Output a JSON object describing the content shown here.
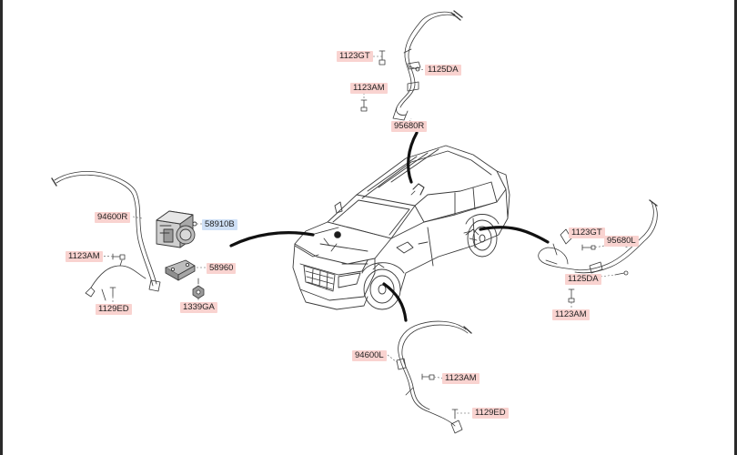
{
  "colors": {
    "part_highlight": "#f9d3d0",
    "selected_highlight": "#cfe0f6",
    "line": "#3a3a3a"
  },
  "labels": {
    "top_1123gt": "1123GT",
    "top_1125da": "1125DA",
    "top_1123am": "1123AM",
    "top_95680r": "95680R",
    "left_94600r": "94600R",
    "left_58910b": "58910B",
    "left_1123am": "1123AM",
    "left_58960": "58960",
    "left_1129ed": "1129ED",
    "left_1339ga": "1339GA",
    "right_1123gt": "1123GT",
    "right_95680l": "95680L",
    "right_1125da": "1125DA",
    "right_1123am": "1123AM",
    "bottom_94600l": "94600L",
    "bottom_1123am": "1123AM",
    "bottom_1129ed": "1129ED"
  }
}
